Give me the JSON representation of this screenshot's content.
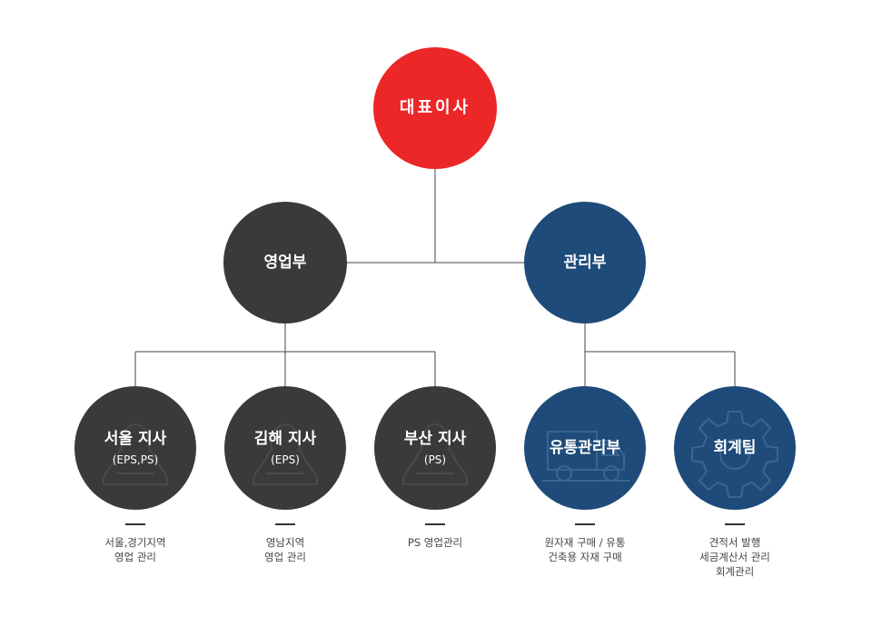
{
  "ceo": {
    "label": "대표이사"
  },
  "sales_dept": {
    "label": "영업부"
  },
  "admin_dept": {
    "label": "관리부"
  },
  "branches": [
    {
      "title": "서울 지사",
      "sub": "(EPS,PS)",
      "icon": "person-icon",
      "desc": [
        "서울,경기지역",
        "영업 관리"
      ]
    },
    {
      "title": "김해 지사",
      "sub": "(EPS)",
      "icon": "person-icon",
      "desc": [
        "영남지역",
        "영업 관리"
      ]
    },
    {
      "title": "부산 지사",
      "sub": "(PS)",
      "icon": "person-icon",
      "desc": [
        "PS 영업관리"
      ]
    },
    {
      "title": "유통관리부",
      "icon": "truck-icon",
      "desc": [
        "원자재 구매 / 유통",
        "건축용 자재 구매"
      ]
    },
    {
      "title": "회계팀",
      "icon": "gear-icon",
      "desc": [
        "견적서 발행",
        "세금계산서 관리",
        "회계관리"
      ]
    }
  ],
  "colors": {
    "ceo": "#ec2727",
    "sales": "#3a3a3a",
    "admin": "#1e4b79",
    "line": "#444444"
  }
}
